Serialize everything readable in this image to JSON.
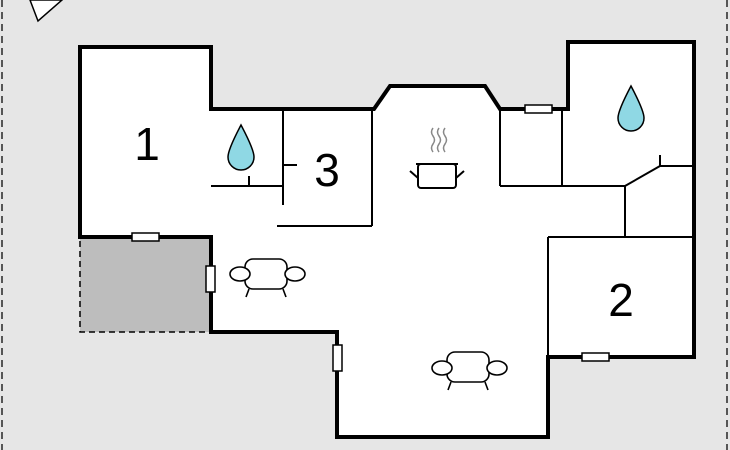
{
  "floorplan": {
    "rooms": [
      {
        "label": "1",
        "type": "bedroom"
      },
      {
        "label": "2",
        "type": "bedroom"
      },
      {
        "label": "3",
        "type": "bedroom"
      }
    ],
    "icons": [
      "water-drop-icon",
      "water-drop-icon",
      "cooking-pot-icon",
      "sofa-icon",
      "sofa-icon",
      "compass-marker-icon"
    ],
    "colors": {
      "background": "#e6e6e6",
      "floor": "#ffffff",
      "wall": "#000000",
      "terrace": "#bdbdbd",
      "water": "#8fd8e4"
    }
  }
}
